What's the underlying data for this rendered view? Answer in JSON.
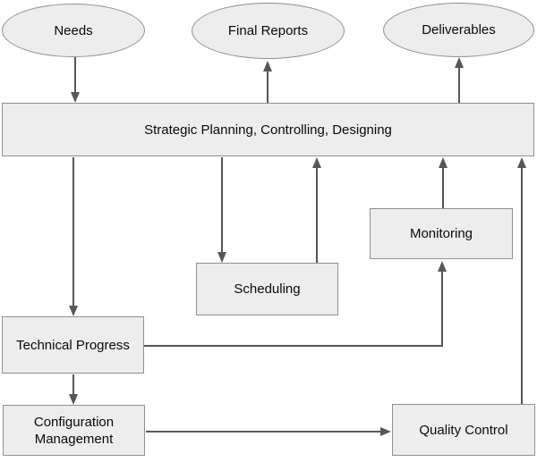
{
  "diagram": {
    "title": "",
    "nodes": {
      "needs": {
        "label": "Needs",
        "shape": "ellipse"
      },
      "final_reports": {
        "label": "Final Reports",
        "shape": "ellipse"
      },
      "deliverables": {
        "label": "Deliverables",
        "shape": "ellipse"
      },
      "strategic": {
        "label": "Strategic Planning, Controlling, Designing",
        "shape": "rect"
      },
      "scheduling": {
        "label": "Scheduling",
        "shape": "rect"
      },
      "monitoring": {
        "label": "Monitoring",
        "shape": "rect"
      },
      "technical_progress": {
        "label": "Technical Progress",
        "shape": "rect"
      },
      "configuration_management": {
        "label": "Configuration Management",
        "shape": "rect"
      },
      "quality_control": {
        "label": "Quality Control",
        "shape": "rect"
      }
    },
    "edges": [
      {
        "from": "needs",
        "to": "strategic"
      },
      {
        "from": "strategic",
        "to": "final_reports"
      },
      {
        "from": "strategic",
        "to": "deliverables"
      },
      {
        "from": "strategic",
        "to": "scheduling"
      },
      {
        "from": "scheduling",
        "to": "strategic"
      },
      {
        "from": "monitoring",
        "to": "strategic"
      },
      {
        "from": "quality_control",
        "to": "strategic"
      },
      {
        "from": "strategic",
        "to": "technical_progress"
      },
      {
        "from": "technical_progress",
        "to": "monitoring"
      },
      {
        "from": "technical_progress",
        "to": "configuration_management"
      },
      {
        "from": "configuration_management",
        "to": "quality_control"
      }
    ],
    "colors": {
      "node_fill": "#ededed",
      "node_border": "#909090",
      "arrow": "#575757",
      "text": "#0a0a0a",
      "background": "#ffffff"
    }
  }
}
